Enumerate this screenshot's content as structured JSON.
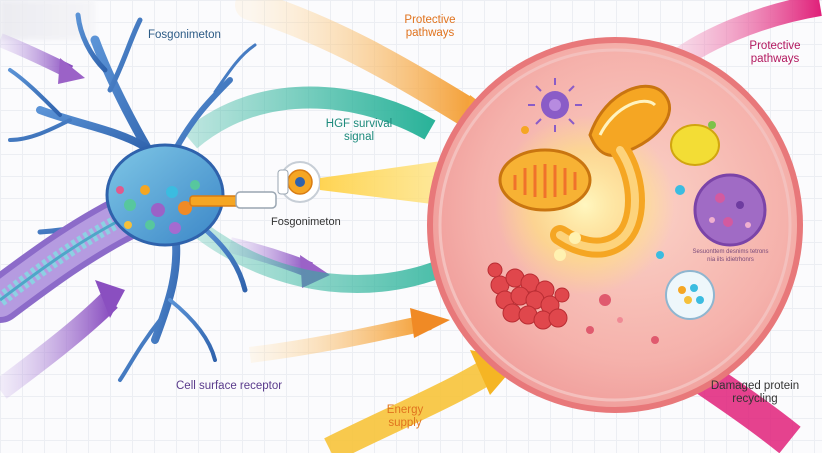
{
  "labels": {
    "fosgonimeton_top": "Fosgonimeton",
    "protective_pathways_1": "Protective\npathways",
    "protective_pathways_2": "Protective\npathways",
    "hgf_signal": "HGF survival\nsignal",
    "fosgonimeton_mid": "Fosgonimeton",
    "cell_surface_receptor": "Cell surface receptor",
    "energy_supply": "Energy\nsupply",
    "damaged_protein_recycling": "Damaged protein\nrecycling",
    "micro_text": "Sesuonttem desnims tetrons\nnia iits idietrhonrs"
  },
  "colors": {
    "neuron": "#3a78c2",
    "cell_fill": "#f6b7b3",
    "cell_border": "#e8787a",
    "mitochondria": "#f5a623",
    "beam": "#ffd866",
    "magenta_arrow": "#e0217a",
    "purple_arrow": "#8a4fc0",
    "teal_arrow": "#2bb39a",
    "orange_arrow": "#f39a2c"
  }
}
